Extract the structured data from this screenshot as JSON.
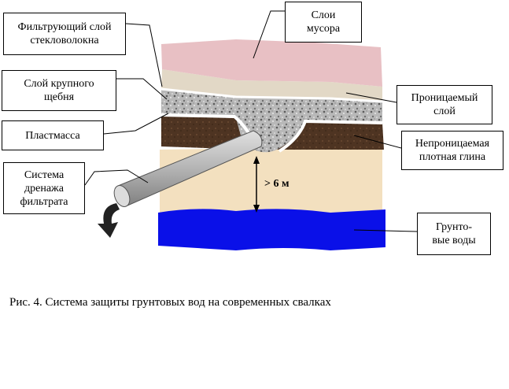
{
  "labels": {
    "filter_layer": "Фильтрующий слой\nстекловолокна",
    "gravel_layer": "Слой крупного\nщебня",
    "plastic": "Пластмасса",
    "drainage": "Система\nдренажа\nфильтрата",
    "waste_layers": "Слои\nмусора",
    "permeable_layer": "Проницаемый\nслой",
    "clay_layer": "Непроницаемая\nплотная глина",
    "groundwater": "Грунто-\nвые воды"
  },
  "depth_label": "> 6 м",
  "caption": "Рис. 4. Система защиты грунтовых вод на современных свалках",
  "colors": {
    "waste": "#e8c0c4",
    "permeable": "#e2d8c6",
    "gravel": "#b8b8b8",
    "clay": "#4e3422",
    "sand": "#f3e0bf",
    "water": "#0a10e8",
    "pipe": "#b4b4b4",
    "arrow": "#222222"
  }
}
